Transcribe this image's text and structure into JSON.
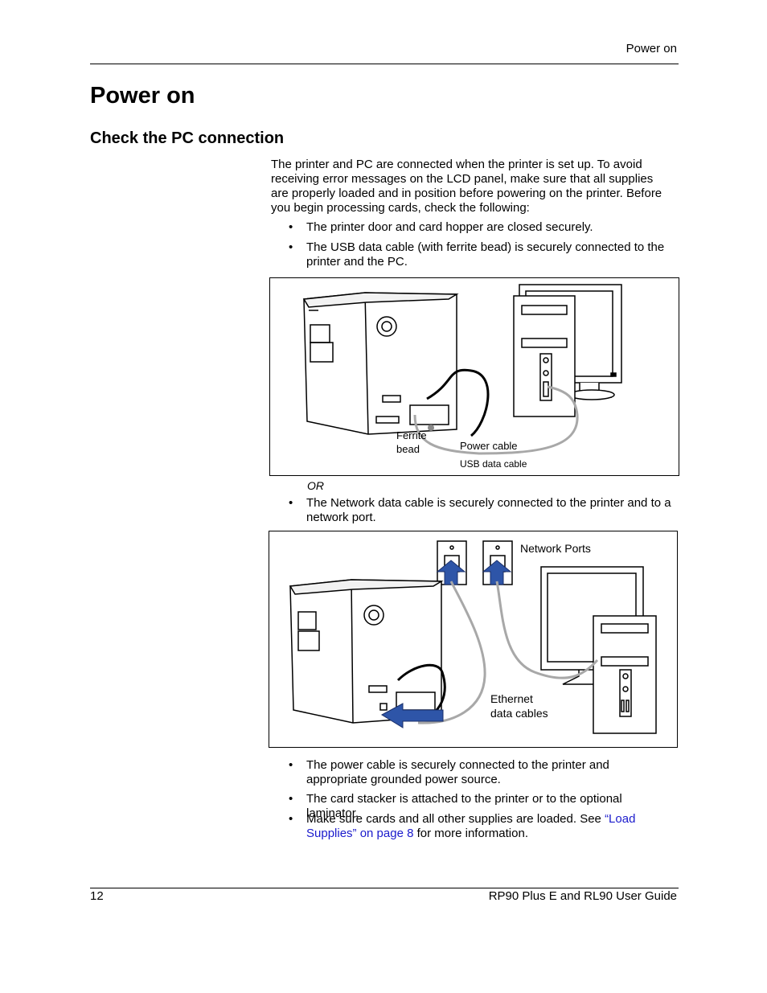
{
  "header": {
    "running_head": "Power on"
  },
  "page_title": "Power on",
  "section": {
    "title": "Check the PC connection",
    "intro": "The printer and PC are connected when the printer is set up. To avoid receiving error messages on the LCD panel, make sure that all supplies are properly loaded and in position before powering on the printer. Before you begin processing cards, check the following:",
    "bullet_marker": "•",
    "bullets_top": [
      "The printer door and card hopper are closed securely.",
      "The USB data cable (with ferrite bead) is securely connected to the printer and the PC."
    ],
    "figure1": {
      "label_ferrite_1": "Ferrite",
      "label_ferrite_2": "bead",
      "label_power": "Power cable",
      "label_usb": "USB data cable"
    },
    "or_text": "OR",
    "bullet_network": "The Network data cable is securely connected to the printer and to a network port.",
    "figure2": {
      "label_network_ports": "Network Ports",
      "label_ethernet_1": "Ethernet",
      "label_ethernet_2": "data cables"
    },
    "bullets_bottom": [
      "The power cable is securely connected to the printer and appropriate grounded power source.",
      "The card stacker is attached to the printer or to the optional laminator."
    ],
    "last_bullet": {
      "before": "Make sure cards and all other supplies are loaded. See ",
      "link": "“Load Supplies” on page 8",
      "after": " for more information."
    }
  },
  "footer": {
    "page_number": "12",
    "doc_title": "RP90 Plus E and RL90 User Guide"
  },
  "colors": {
    "link": "#1a1acc",
    "arrow_blue": "#2e55a8",
    "cable_gray": "#b0b0b0"
  }
}
